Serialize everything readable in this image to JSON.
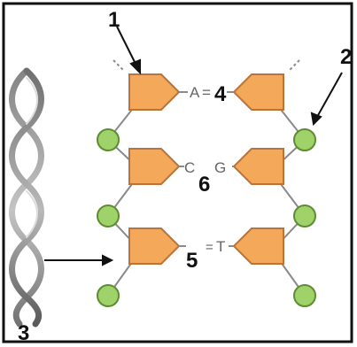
{
  "callouts": [
    "1",
    "2",
    "3",
    "4",
    "5",
    "6"
  ],
  "bases": {
    "row1_left": "A",
    "row1_bond": "=",
    "row2_left": "C",
    "row2_right": "G",
    "row3_bond": "=",
    "row3_right": "T"
  },
  "colors": {
    "sugar": "#f4a85a",
    "sugar_stroke": "#b8743a",
    "phosphate": "#9fd36a",
    "phosphate_stroke": "#5e8c32",
    "helix": "#8a8a8a",
    "frame": "#111111"
  }
}
